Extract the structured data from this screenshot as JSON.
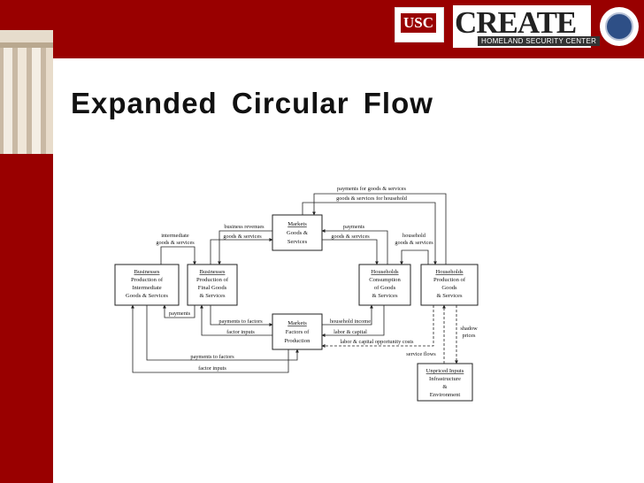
{
  "slide": {
    "title": "Expanded Circular Flow"
  },
  "logos": {
    "usc": "USC",
    "create": "CREATE",
    "create_sub": "HOMELAND SECURITY CENTER",
    "seal_icon": "dhs-seal-icon",
    "pillars_icon": "pillars-icon"
  },
  "colors": {
    "brand_red": "#990000",
    "box_border": "#333333",
    "line": "#222222"
  },
  "diagram": {
    "boxes": {
      "markets_goods": {
        "title": "Markets",
        "line1": "Goods &",
        "line2": "Services"
      },
      "markets_factors": {
        "title": "Markets",
        "line1": "Factors of",
        "line2": "Production"
      },
      "biz_inter": {
        "title": "Businesses",
        "line1": "Production of",
        "line2": "Intermediate",
        "line3": "Goods & Services"
      },
      "biz_final": {
        "title": "Businesses",
        "line1": "Production of",
        "line2": "Final Goods",
        "line3": "& Services"
      },
      "hh_consumption": {
        "title": "Households",
        "line1": "Consumption",
        "line2": "of Goods",
        "line3": "& Services"
      },
      "hh_production": {
        "title": "Households",
        "line1": "Production of",
        "line2": "Goods",
        "line3": "& Services"
      },
      "unpriced": {
        "title": "Unpriced Inputs",
        "line1": "Infrastructure",
        "line2": "&",
        "line3": "Environment"
      }
    },
    "labels": {
      "payments_goods_services": "payments for goods & services",
      "goods_services_household": "goods & services for household",
      "business_revenues": "business revenues",
      "goods_services_left": "goods & services",
      "intermediate_1": "intermediate",
      "intermediate_2": "goods & services",
      "payments_right": "payments",
      "goods_services_right": "goods & services",
      "household_1": "household",
      "household_2": "goods & services",
      "payments_small": "payments",
      "payments_to_factors_upper": "payments to factors",
      "factor_inputs_upper": "factor inputs",
      "household_income": "household income",
      "labor_capital": "labor & capital",
      "labor_capital_opportunity": "labor & capital opportunity costs",
      "service_flows": "service flows",
      "shadow_1": "shadow",
      "shadow_2": "prices",
      "payments_to_factors_lower": "payments to factors",
      "factor_inputs_lower": "factor inputs"
    }
  }
}
